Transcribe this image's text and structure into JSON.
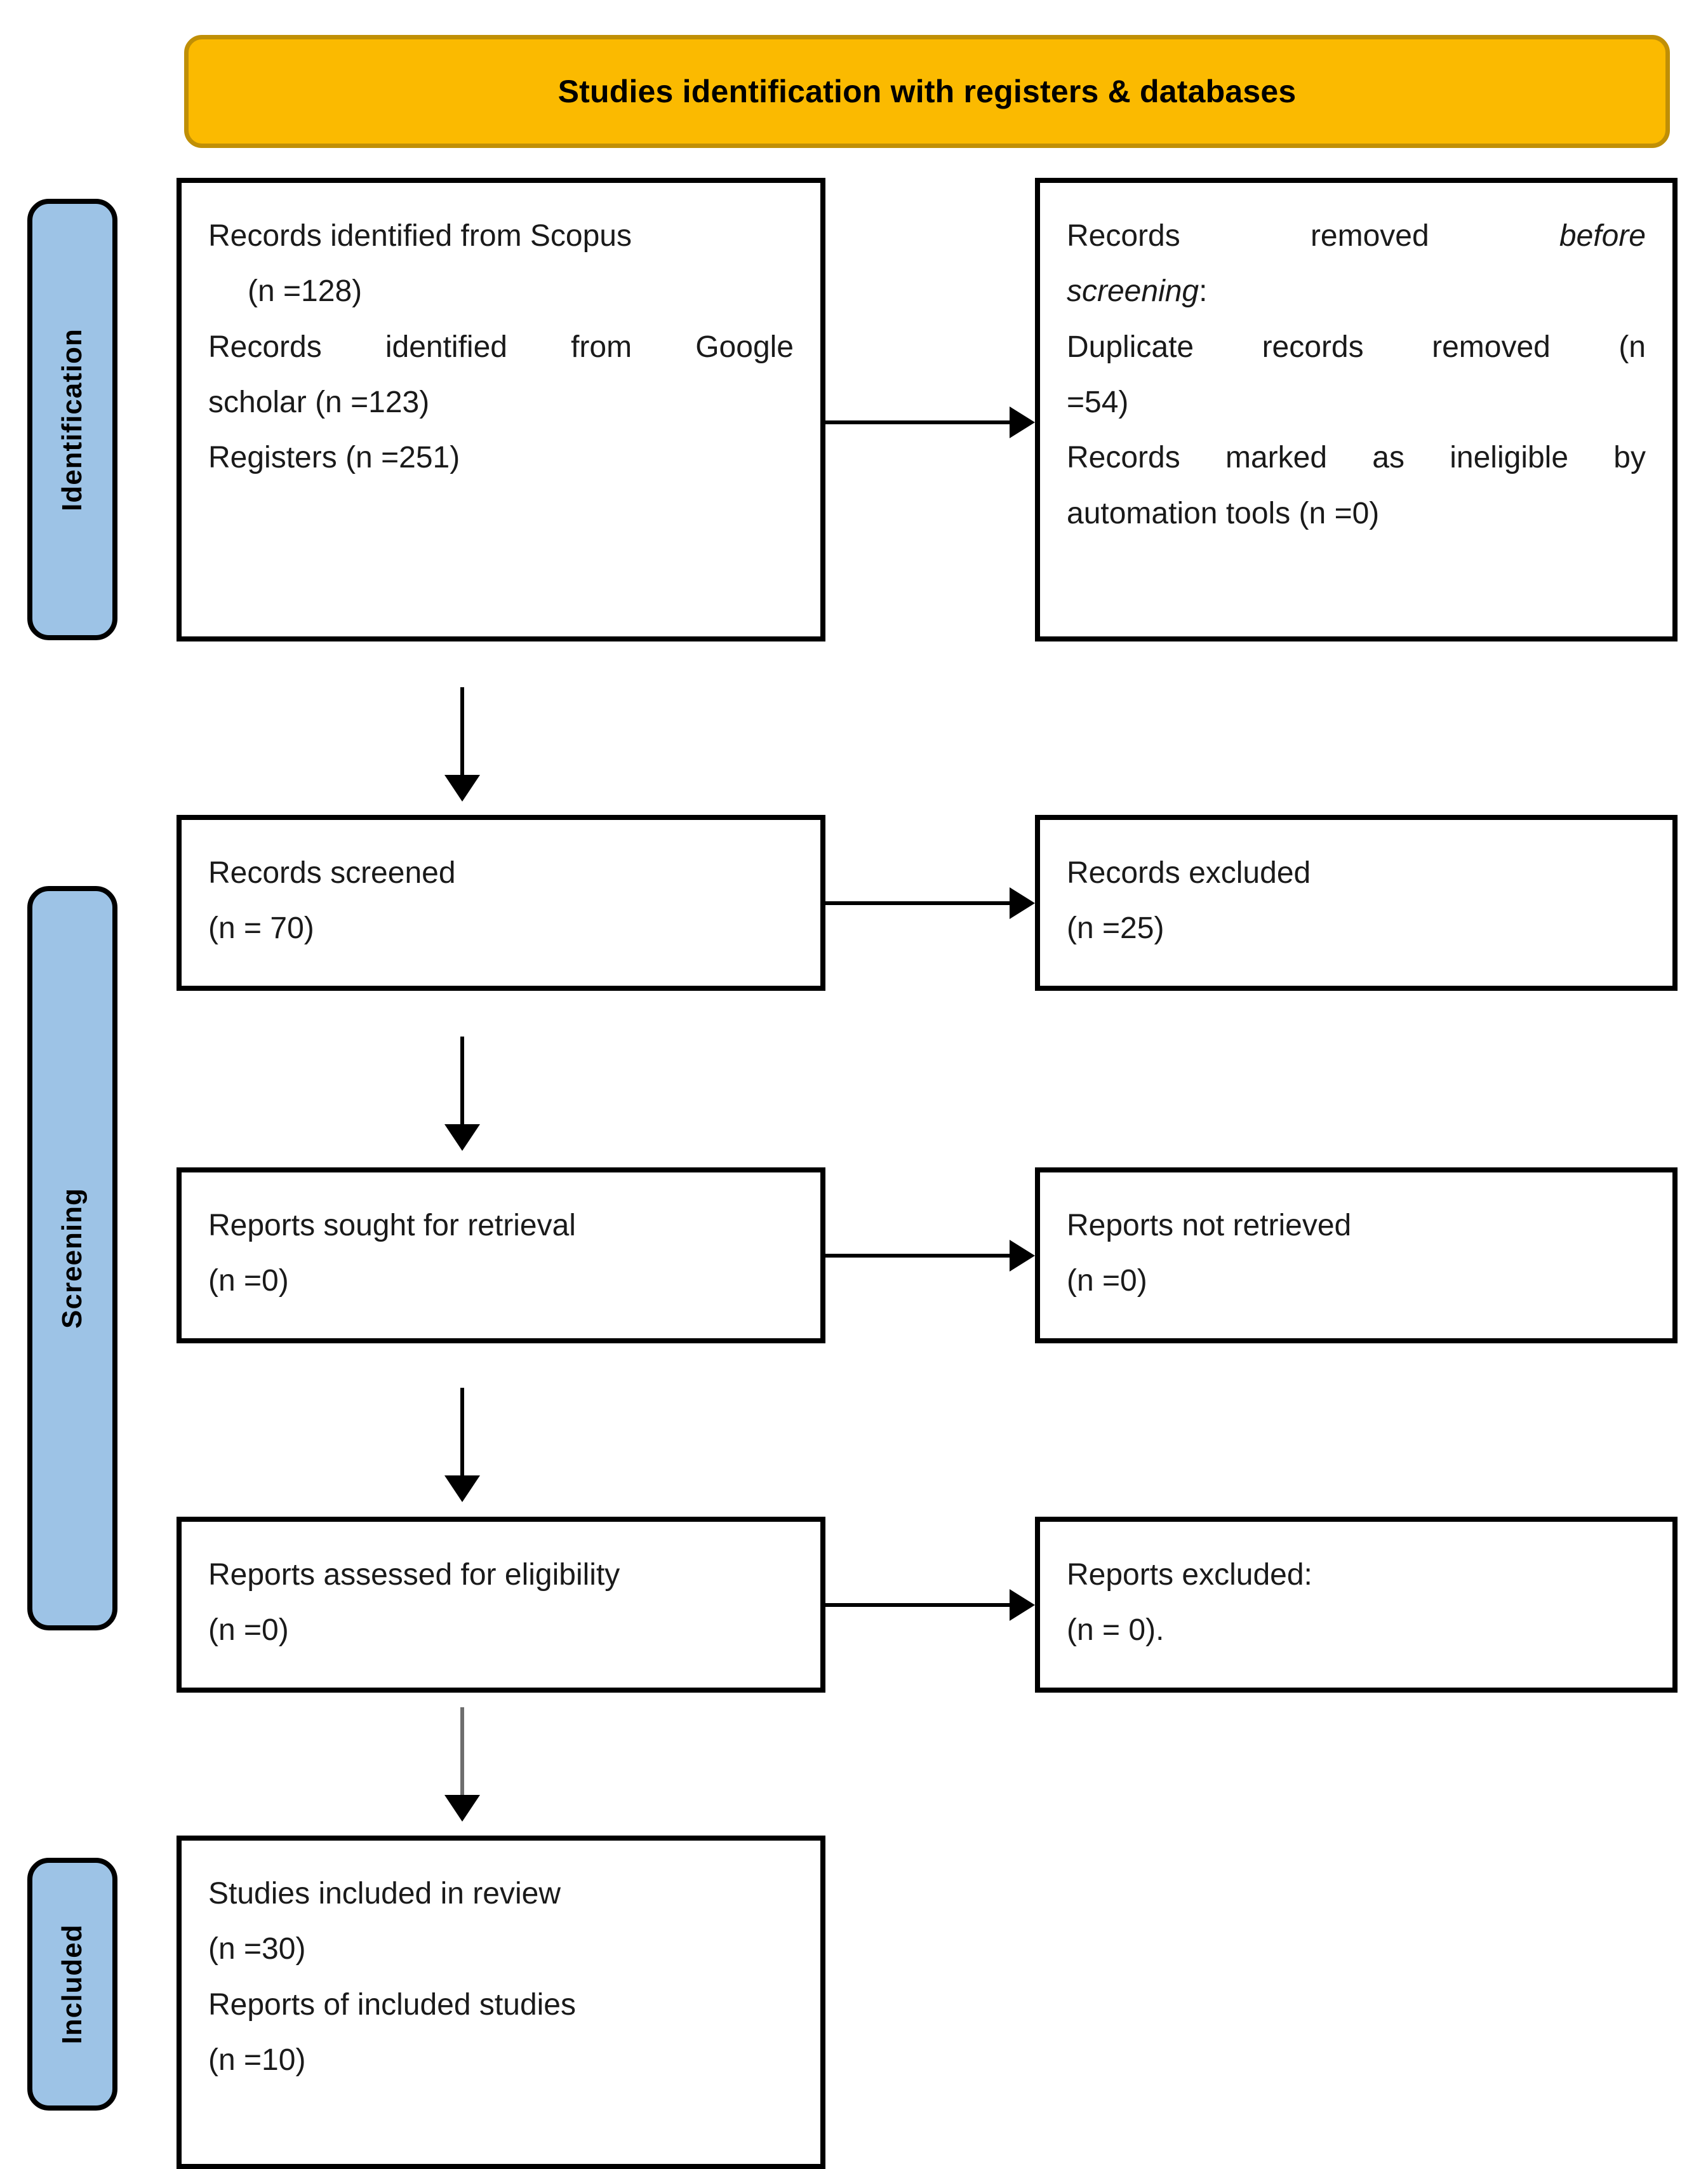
{
  "header": {
    "title": "Studies identification with registers & databases",
    "background_color": "#FBBA00",
    "border_color": "#C08F06"
  },
  "stages": {
    "accent_color": "#9DC3E6",
    "identification": "Identification",
    "screening": "Screening",
    "included": "Included"
  },
  "boxes": {
    "identified": {
      "line1": "Records identified from Scopus",
      "line2": "(n =128)",
      "line3": "Records identified from Google",
      "line4": "scholar (n =123)",
      "line5": "Registers (n =251)"
    },
    "removed": {
      "line1_plain": "Records removed ",
      "line1_italic": "before",
      "line2_italic": "screening",
      "line2_plain": ":",
      "line3": "Duplicate records removed (n",
      "line4": "=54)",
      "line5": "Records marked as ineligible by",
      "line6": "automation tools (n =0)"
    },
    "screened": {
      "line1": "Records screened",
      "line2": "(n = 70)"
    },
    "excluded": {
      "line1": "Records excluded",
      "line2": "(n =25)"
    },
    "sought": {
      "line1": "Reports sought for retrieval",
      "line2": "(n =0)"
    },
    "not_retrieved": {
      "line1": "Reports not retrieved",
      "line2": "(n =0)"
    },
    "assessed": {
      "line1": "Reports assessed for eligibility",
      "line2": "(n =0)"
    },
    "reports_excluded": {
      "line1": "Reports excluded:",
      "line2": "(n = 0)."
    },
    "included": {
      "line1": "Studies included in review",
      "line2": "(n =30)",
      "line3": "Reports of included studies",
      "line4": "(n =10)"
    }
  },
  "chart_data": {
    "type": "diagram",
    "title": "Studies identification with registers & databases",
    "stages": [
      "Identification",
      "Screening",
      "Included"
    ],
    "nodes": [
      {
        "id": "identified",
        "stage": "Identification",
        "label": "Records identified from Scopus (n =128); Records identified from Google scholar (n =123); Registers (n =251)",
        "counts": {
          "scopus": 128,
          "google_scholar": 123,
          "registers": 251
        }
      },
      {
        "id": "removed",
        "stage": "Identification",
        "label": "Records removed before screening: Duplicate records removed (n =54); Records marked as ineligible by automation tools (n =0)",
        "counts": {
          "duplicates_removed": 54,
          "ineligible_by_automation": 0
        }
      },
      {
        "id": "screened",
        "stage": "Screening",
        "label": "Records screened",
        "counts": {
          "n": 70
        }
      },
      {
        "id": "excluded",
        "stage": "Screening",
        "label": "Records excluded",
        "counts": {
          "n": 25
        }
      },
      {
        "id": "sought",
        "stage": "Screening",
        "label": "Reports sought for retrieval",
        "counts": {
          "n": 0
        }
      },
      {
        "id": "not_retrieved",
        "stage": "Screening",
        "label": "Reports not retrieved",
        "counts": {
          "n": 0
        }
      },
      {
        "id": "assessed",
        "stage": "Screening",
        "label": "Reports assessed for eligibility",
        "counts": {
          "n": 0
        }
      },
      {
        "id": "reports_excluded",
        "stage": "Screening",
        "label": "Reports excluded:",
        "counts": {
          "n": 0
        }
      },
      {
        "id": "included",
        "stage": "Included",
        "label": "Studies included in review; Reports of included studies",
        "counts": {
          "studies_included": 30,
          "reports_of_included_studies": 10
        }
      }
    ],
    "edges": [
      {
        "from": "identified",
        "to": "removed",
        "direction": "right"
      },
      {
        "from": "identified",
        "to": "screened",
        "direction": "down"
      },
      {
        "from": "screened",
        "to": "excluded",
        "direction": "right"
      },
      {
        "from": "screened",
        "to": "sought",
        "direction": "down"
      },
      {
        "from": "sought",
        "to": "not_retrieved",
        "direction": "right"
      },
      {
        "from": "sought",
        "to": "assessed",
        "direction": "down"
      },
      {
        "from": "assessed",
        "to": "reports_excluded",
        "direction": "right"
      },
      {
        "from": "assessed",
        "to": "included",
        "direction": "down"
      }
    ]
  }
}
